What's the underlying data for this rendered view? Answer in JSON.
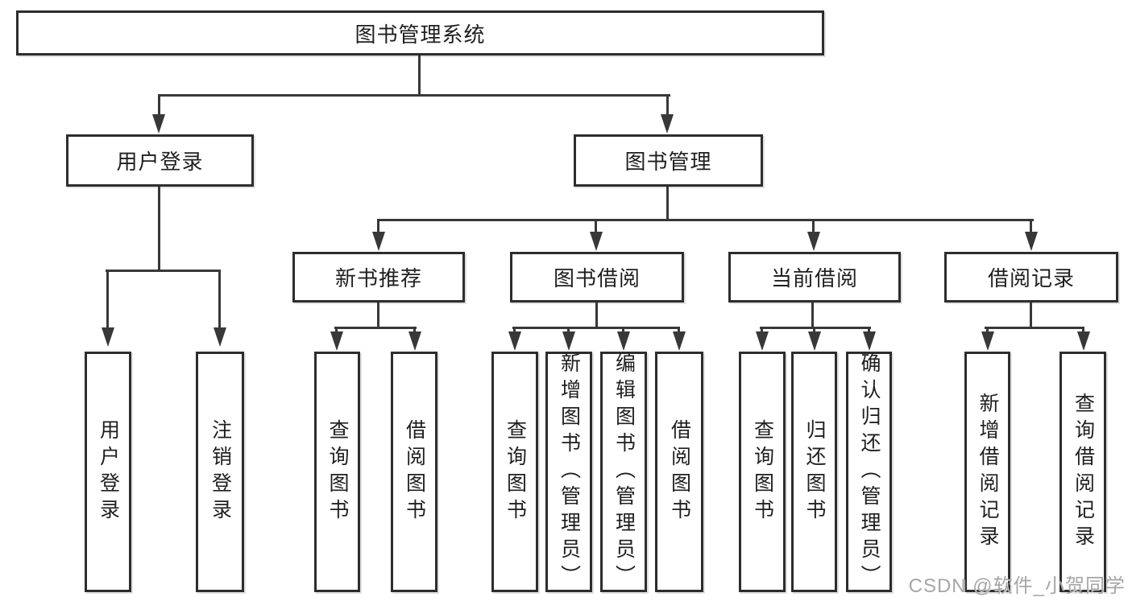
{
  "diagram": {
    "root": {
      "label": "图书管理系统"
    },
    "branches": [
      {
        "label": "用户登录",
        "children": [
          {
            "label": "用户登录"
          },
          {
            "label": "注销登录"
          }
        ]
      },
      {
        "label": "图书管理",
        "children": [
          {
            "label": "新书推荐",
            "children": [
              {
                "label": "查询图书"
              },
              {
                "label": "借阅图书"
              }
            ]
          },
          {
            "label": "图书借阅",
            "children": [
              {
                "label": "查询图书"
              },
              {
                "label": "新增图书（管理员）"
              },
              {
                "label": "编辑图书（管理员）"
              },
              {
                "label": "借阅图书"
              }
            ]
          },
          {
            "label": "当前借阅",
            "children": [
              {
                "label": "查询图书"
              },
              {
                "label": "归还图书"
              },
              {
                "label": "确认归还（管理员）"
              }
            ]
          },
          {
            "label": "借阅记录",
            "children": [
              {
                "label": "新增借阅记录"
              },
              {
                "label": "查询借阅记录"
              }
            ]
          }
        ]
      }
    ]
  },
  "watermark": {
    "text": "CSDN @软件_小贺同学"
  },
  "colors": {
    "line": "#383838",
    "border": "#2d2d2d",
    "text": "#1f1f1f",
    "watermark": "#a6a6a6",
    "background": "#ffffff"
  }
}
